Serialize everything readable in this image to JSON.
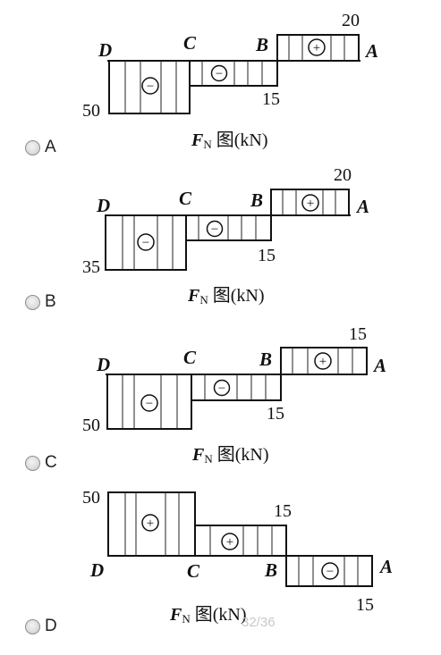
{
  "options": [
    {
      "label": "A",
      "points": {
        "D": "D",
        "C": "C",
        "B": "B",
        "A": "A"
      },
      "values": {
        "left": "50",
        "middle": "15",
        "right": "20"
      },
      "signs": {
        "DC": "−",
        "CB": "−",
        "BA": "+"
      },
      "caption": {
        "f": "F",
        "sub": "N",
        "rest": " 图(kN)"
      }
    },
    {
      "label": "B",
      "points": {
        "D": "D",
        "C": "C",
        "B": "B",
        "A": "A"
      },
      "values": {
        "left": "35",
        "middle": "15",
        "right": "20"
      },
      "signs": {
        "DC": "−",
        "CB": "−",
        "BA": "+"
      },
      "caption": {
        "f": "F",
        "sub": "N",
        "rest": " 图(kN)"
      }
    },
    {
      "label": "C",
      "points": {
        "D": "D",
        "C": "C",
        "B": "B",
        "A": "A"
      },
      "values": {
        "left": "50",
        "middle": "15",
        "right": "15"
      },
      "signs": {
        "DC": "−",
        "CB": "−",
        "BA": "+"
      },
      "caption": {
        "f": "F",
        "sub": "N",
        "rest": " 图(kN)"
      }
    },
    {
      "label": "D",
      "points": {
        "D": "D",
        "C": "C",
        "B": "B",
        "A": "A"
      },
      "values": {
        "left": "50",
        "middle": "15",
        "right": "15"
      },
      "signs": {
        "DC": "+",
        "CB": "+",
        "BA": "−"
      },
      "caption": {
        "f": "F",
        "sub": "N",
        "rest": " 图(kN)"
      }
    }
  ],
  "pager": "32/36"
}
